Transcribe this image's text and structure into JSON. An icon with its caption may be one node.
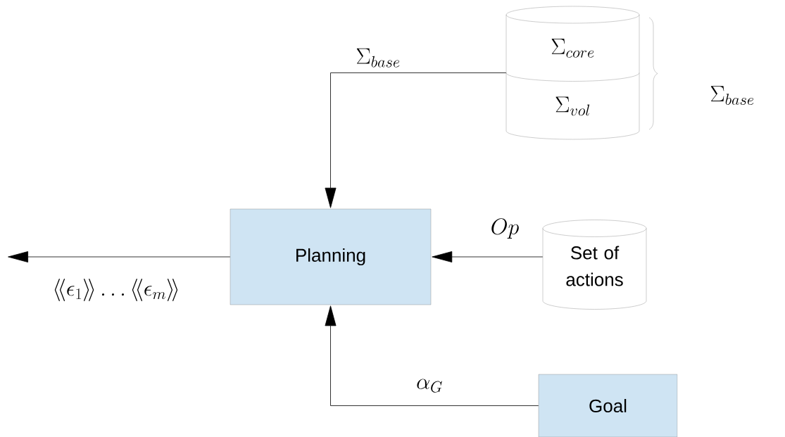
{
  "diagram": {
    "nodes": [
      {
        "text": [
          "Planning"
        ]
      },
      {
        "text": [
          "\\Sigma_{core}",
          "\\Sigma_{vol}"
        ]
      },
      {
        "text": [
          "Set of actions"
        ]
      },
      {
        "text": [
          "Goal"
        ]
      }
    ],
    "edges": [
      {
        "from": 1,
        "to": 0,
        "arrow": "to",
        "label": "\\Sigma_{base}"
      },
      {
        "from": 2,
        "to": 0,
        "arrow": "to",
        "label": "Op"
      },
      {
        "from": 3,
        "to": 0,
        "arrow": "to",
        "label": "\\alpha_G"
      },
      {
        "from": 0,
        "to": null,
        "arrow": "to",
        "label": "\\langle\\!\\langle\\epsilon_1\\rangle\\!\\rangle\\ldots\\langle\\!\\langle\\epsilon_m\\rangle\\!\\rangle"
      }
    ],
    "labels": [
      "\\Sigma_{base}"
    ]
  }
}
